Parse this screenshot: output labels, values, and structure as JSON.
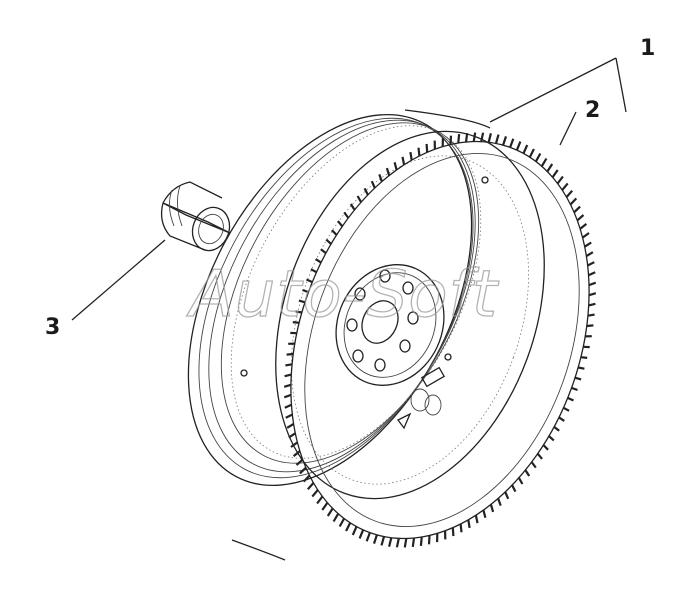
{
  "diagram": {
    "callouts": [
      {
        "id": "1",
        "label": "1"
      },
      {
        "id": "2",
        "label": "2"
      },
      {
        "id": "3",
        "label": "3"
      }
    ],
    "watermark": "Auto-Soft",
    "colors": {
      "ink": "#222222",
      "shade": "#999999",
      "background": "#ffffff"
    }
  }
}
